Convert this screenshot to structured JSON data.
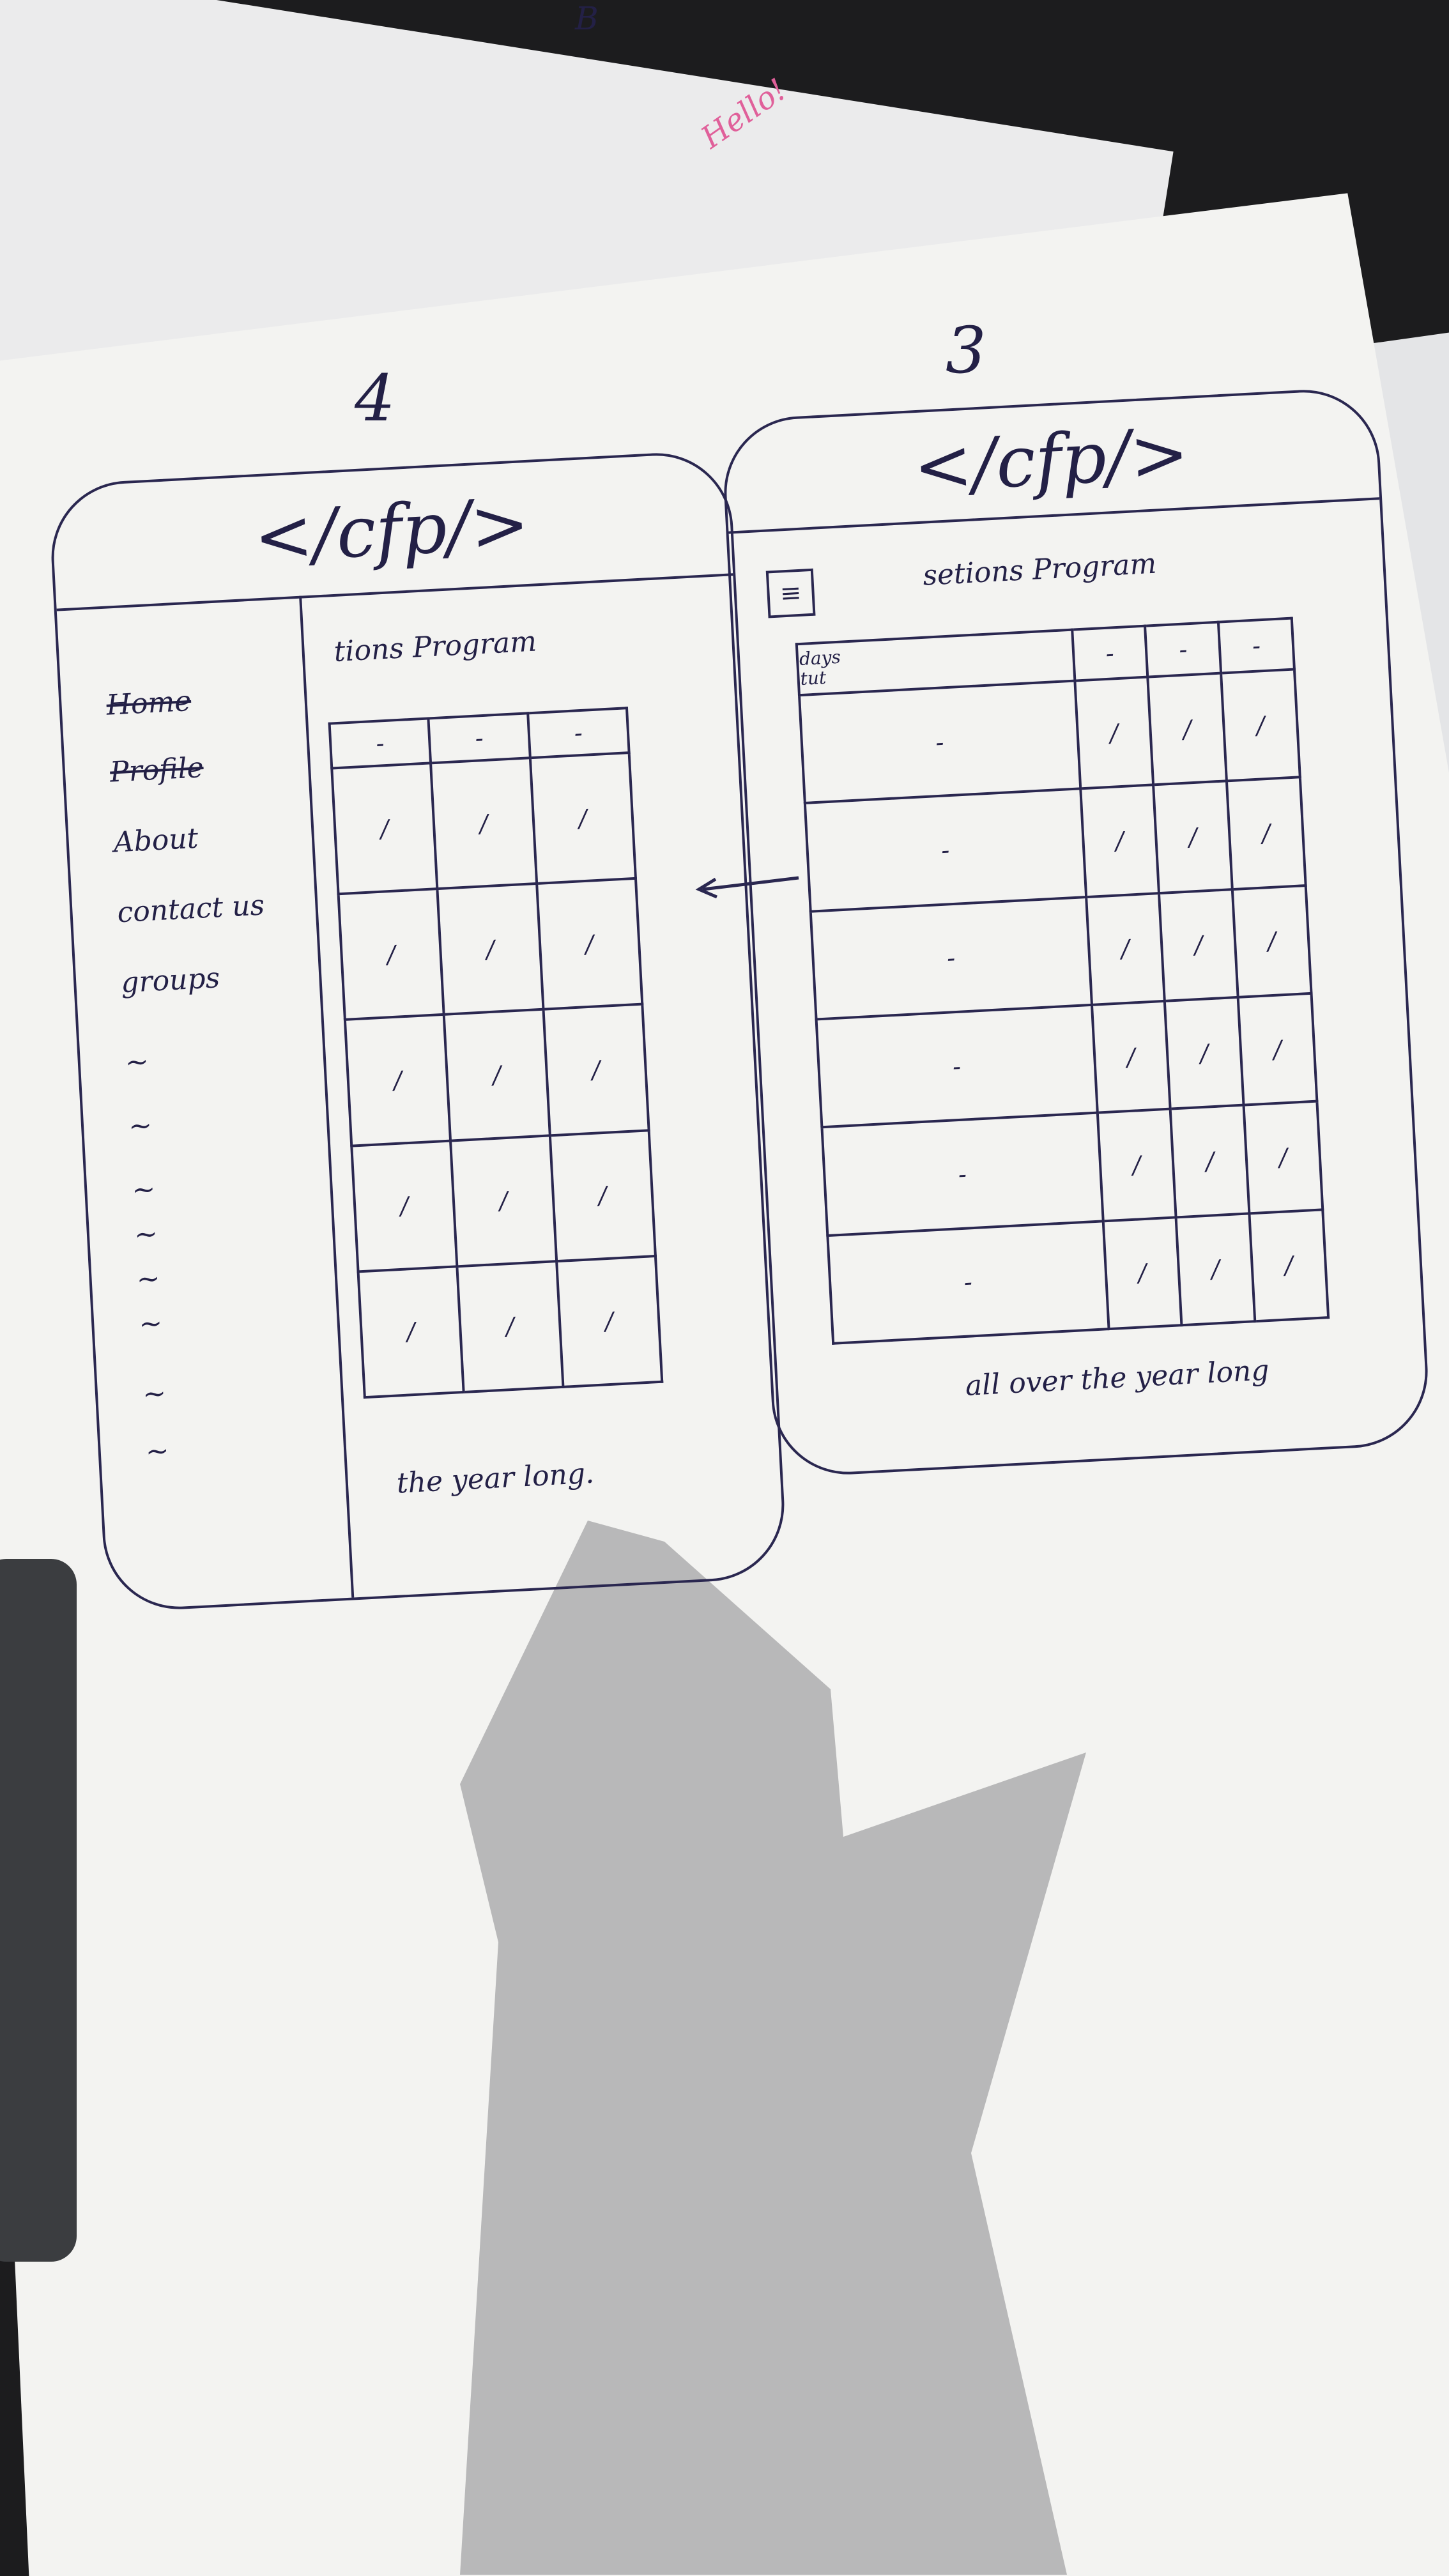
{
  "background_marks": {
    "pink_scribble": "Hello!",
    "top_mark": "B"
  },
  "sketch_left": {
    "sheet_number": "4",
    "logo": "</cfp/>",
    "menu": {
      "items": [
        {
          "label": "Home",
          "struck": true
        },
        {
          "label": "Profile",
          "struck": true
        },
        {
          "label": "About",
          "struck": false
        },
        {
          "label": "contact us",
          "struck": false
        },
        {
          "label": "groups",
          "struck": false
        }
      ],
      "placeholder_marks": [
        "~",
        "~",
        "~",
        "~",
        "~",
        "~",
        "~",
        "~"
      ]
    },
    "section_title": "tions Program",
    "table": {
      "header": [
        "-",
        "-",
        "-"
      ],
      "rows": [
        [
          "/",
          "/",
          "/"
        ],
        [
          "/",
          "/",
          "/"
        ],
        [
          "/",
          "/",
          "/"
        ],
        [
          "/",
          "/",
          "/"
        ],
        [
          "/",
          "/",
          "/"
        ]
      ]
    },
    "footer": "the year long."
  },
  "sketch_right": {
    "sheet_number": "3",
    "logo": "</cfp/>",
    "menu_icon": "hamburger-icon",
    "section_title": "setions Program",
    "table": {
      "corner_labels": [
        "days",
        "tut"
      ],
      "header": [
        "-",
        "-",
        "-"
      ],
      "rows": [
        [
          "-",
          "/",
          "/",
          "/"
        ],
        [
          "-",
          "/",
          "/",
          "/"
        ],
        [
          "-",
          "/",
          "/",
          "/"
        ],
        [
          "-",
          "/",
          "/",
          "/"
        ],
        [
          "-",
          "/",
          "/",
          "/"
        ],
        [
          "-",
          "/",
          "/",
          "/"
        ]
      ]
    },
    "footer": "all over the year long"
  },
  "colors": {
    "ink": "#232046",
    "paper": "#f3f3f1",
    "pink_ink": "#e0609a"
  }
}
